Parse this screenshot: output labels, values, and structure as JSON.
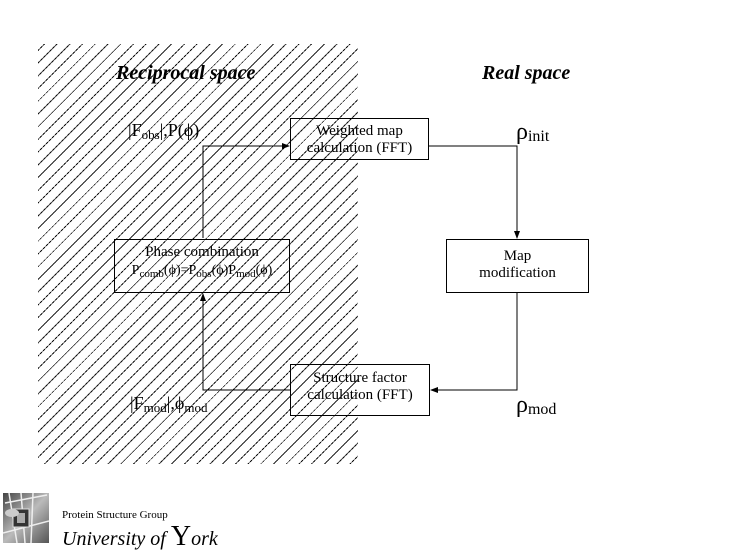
{
  "diagram": {
    "regions": {
      "reciprocal": "Reciprocal space",
      "real": "Real space"
    },
    "boxes": {
      "weighted_map": {
        "line1": "Weighted map",
        "line2": "calculation (FFT)"
      },
      "map_modification": {
        "line1": "Map",
        "line2": "modification"
      },
      "structure_factor": {
        "line1": "Structure factor",
        "line2": "calculation (FFT)"
      },
      "phase_combination": {
        "line1": "Phase combination",
        "formula": {
          "p1": "P",
          "p1_sub": "comb",
          "p1_arg": "(ϕ)=",
          "p2": "P",
          "p2_sub": "obs",
          "p2_arg": "(ϕ)",
          "p3": "P",
          "p3_sub": "mod",
          "p3_arg": "(ϕ)"
        }
      }
    },
    "labels": {
      "fobs": {
        "pre": "|F",
        "sub": "obs",
        "post": "|,P(ϕ)"
      },
      "fmod": {
        "pre": "|F",
        "sub": "mod",
        "mid": "|,ϕ",
        "sub2": "mod"
      },
      "rho_init": {
        "symbol": "ρ",
        "sub": "init"
      },
      "rho_mod": {
        "symbol": "ρ",
        "sub": "mod"
      }
    },
    "flow": [
      "phase_combination -> weighted_map",
      "weighted_map -> rho_init",
      "rho_init -> map_modification",
      "map_modification -> rho_mod",
      "rho_mod -> structure_factor",
      "structure_factor -> phase_combination"
    ]
  },
  "footer": {
    "group": "Protein Structure Group",
    "university_prefix": "University of ",
    "university_big_letter": "Y",
    "university_suffix": "ork",
    "logo": "protein-structure-logo"
  }
}
